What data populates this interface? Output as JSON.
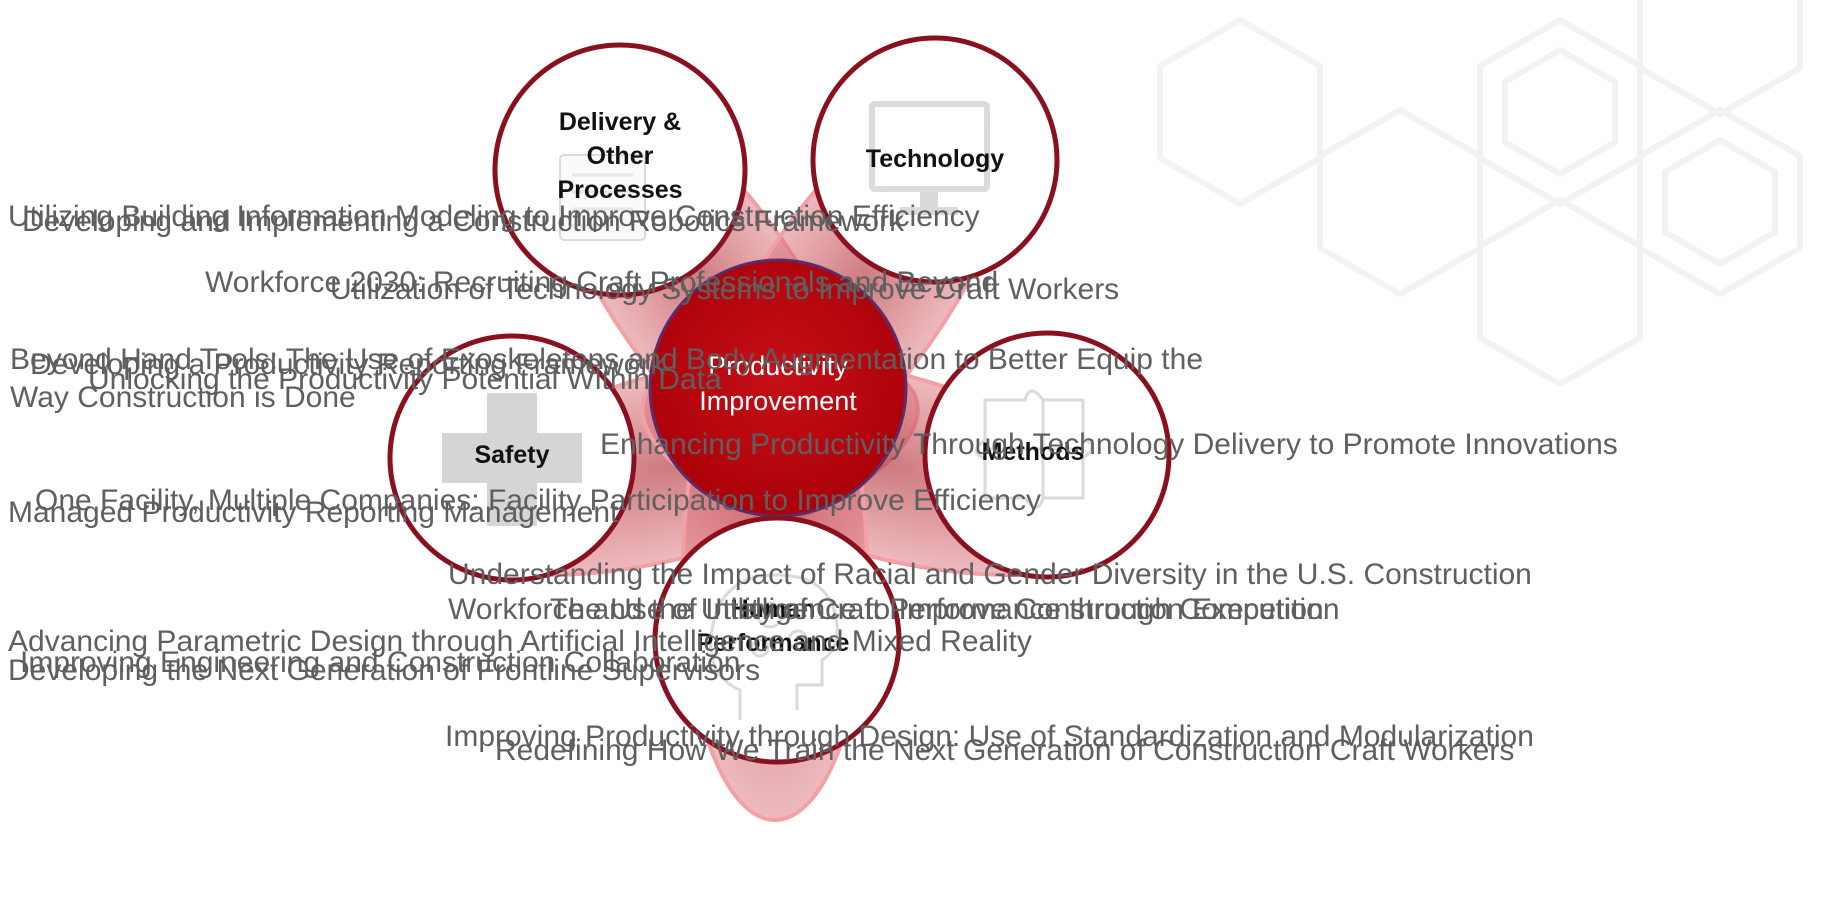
{
  "center": {
    "line1": "Productivity",
    "line2": "Improvement"
  },
  "pillars": {
    "delivery": {
      "line1": "Delivery &",
      "line2": "Other",
      "line3": "Processes"
    },
    "technology": {
      "label": "Technology"
    },
    "safety": {
      "label": "Safety"
    },
    "methods": {
      "label": "Methods"
    },
    "human": {
      "line1": "Human",
      "line2": "Performance"
    }
  },
  "overlay_texts": [
    "Utilizing Building Information Modeling to Improve Construction Efficiency",
    "Developing and Implementing a Construction Robotics Framework",
    "Workforce 2030: Recruiting Craft Professionals and Beyond",
    "Utilization of Technology Systems to Improve Craft Workers",
    "Beyond Hand Tools: The Use of Exoskeletons and Body Augmentation to Better Equip the",
    "Way Construction is Done",
    "Developing a Productivity Reporting Framework",
    "Unlocking the Productivity Potential Within Data",
    "Enhancing Productivity Through Technology Delivery to Promote Innovations",
    "One Facility, Multiple Companies: Facility Participation to Improve Efficiency",
    "Managed Productivity Reporting Management",
    "Understanding the Impact of Racial and Gender Diversity in the U.S. Construction",
    "Workforce and the Utility of Craft Performance through Competition",
    "The Use of Intelligence to Improve Construction Execution",
    "Advancing Parametric Design through Artificial Intelligence and Mixed Reality",
    "Improving Engineering and Construction Collaboration",
    "Developing the Next Generation of Frontline Supervisors",
    "Improving Productivity through Design: Use of Standardization and Modularization",
    "Redefining How We Train the Next Generation of Construction Craft Workers"
  ]
}
